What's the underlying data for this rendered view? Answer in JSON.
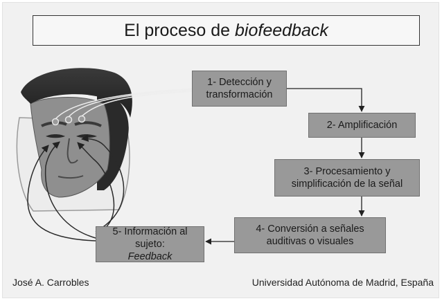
{
  "title": {
    "prefix": "El proceso de",
    "emphasis": "biofeedback"
  },
  "steps": [
    {
      "line1": "1- Detección y",
      "line2": "transformación"
    },
    {
      "line1": "2- Amplificación"
    },
    {
      "line1": "3- Procesamiento y",
      "line2": "simplificación de la señal"
    },
    {
      "line1": "4- Conversión a señales",
      "line2": "auditivas o visuales"
    },
    {
      "line1": "5- Información al",
      "line2_prefix": "sujeto:",
      "line2_emphasis": "Feedback"
    }
  ],
  "footer": {
    "author": "José A. Carrobles",
    "institution": "Universidad Autónoma de Madrid, España"
  },
  "colors": {
    "step_fill": "#999999",
    "background": "#f1f1f1"
  }
}
